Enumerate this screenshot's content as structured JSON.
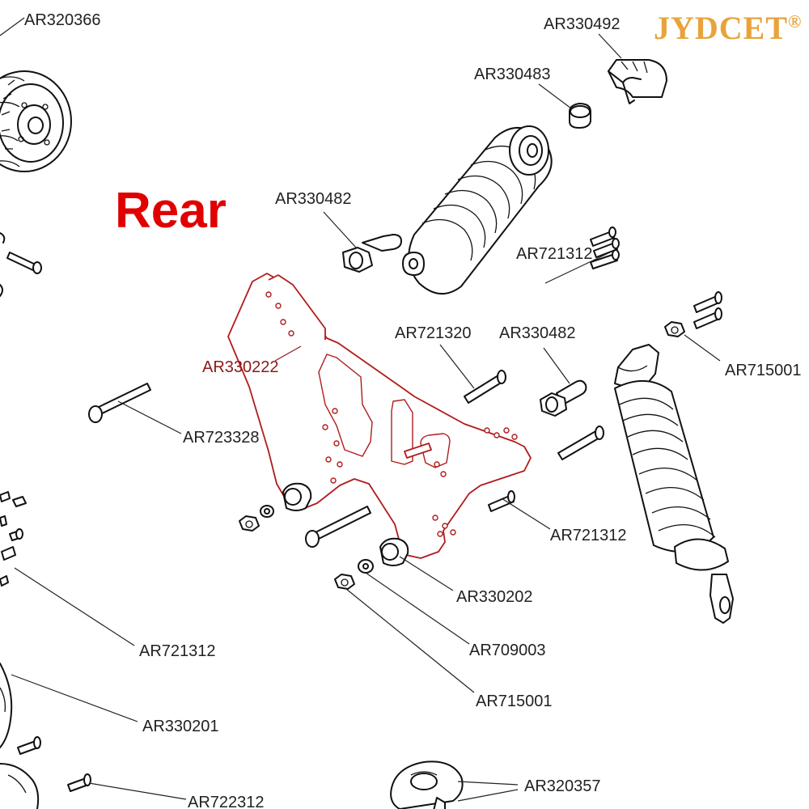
{
  "brand": {
    "name": "JYDCET",
    "mark": "®",
    "color": "#e8a33c"
  },
  "heading": {
    "text": "Rear",
    "color": "#e00000"
  },
  "highlight_color": "#b01c1c",
  "callouts": {
    "ar320366": "AR320366",
    "ar330492": "AR330492",
    "ar330483": "AR330483",
    "ar330482_top": "AR330482",
    "ar721312_top": "AR721312",
    "ar330222": "AR330222",
    "ar721320": "AR721320",
    "ar330482_mid": "AR330482",
    "ar715001_right": "AR715001",
    "ar723328": "AR723328",
    "ar721312_mid": "AR721312",
    "ar330202": "AR330202",
    "ar709003": "AR709003",
    "ar721312_left": "AR721312",
    "ar715001_bottom": "AR715001",
    "ar330201": "AR330201",
    "ar722312": "AR722312",
    "ar320357": "AR320357"
  }
}
